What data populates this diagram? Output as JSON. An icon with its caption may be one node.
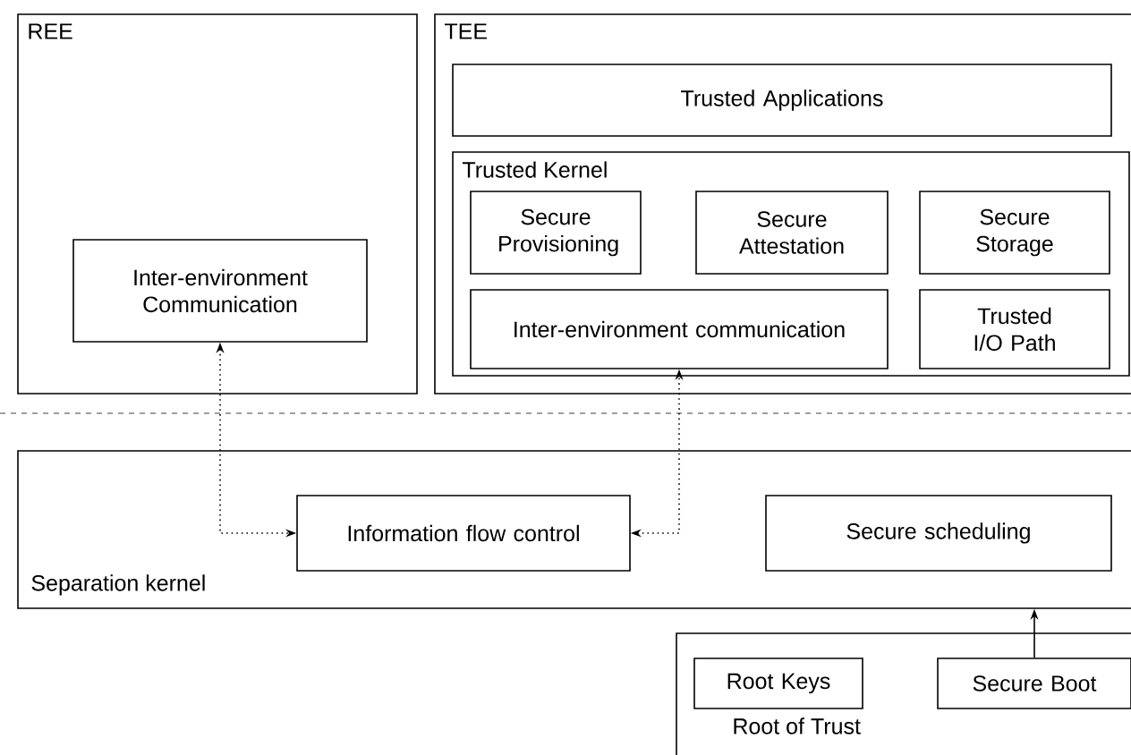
{
  "diagram": {
    "nodes": [
      {
        "text": [
          "REE"
        ]
      },
      {
        "text": [
          "Inter-environment Communication"
        ],
        "in": 0
      },
      {
        "text": [
          "TEE"
        ]
      },
      {
        "text": [
          "Trusted Applications"
        ],
        "in": 2
      },
      {
        "text": [
          "Trusted Kernel"
        ],
        "in": 2
      },
      {
        "text": [
          "Secure Provisioning"
        ],
        "in": 4
      },
      {
        "text": [
          "Secure Attestation"
        ],
        "in": 4
      },
      {
        "text": [
          "Secure Storage"
        ],
        "in": 4
      },
      {
        "text": [
          "Inter-environment communication"
        ],
        "in": 4
      },
      {
        "text": [
          "Trusted I/O Path"
        ],
        "in": 4
      },
      {
        "text": [
          "Separation kernel"
        ]
      },
      {
        "text": [
          "Information flow control"
        ],
        "in": 10
      },
      {
        "text": [
          "Secure scheduling"
        ],
        "in": 10
      },
      {
        "text": [
          "Root of Trust"
        ]
      },
      {
        "text": [
          "Root Keys"
        ],
        "in": 13
      },
      {
        "text": [
          "Secure Boot"
        ],
        "in": 13
      }
    ],
    "edges": [
      {
        "from": 1,
        "to": 11,
        "arrow": "both",
        "style": "dashed"
      },
      {
        "from": 11,
        "to": 8,
        "arrow": "both",
        "style": "dashed"
      },
      {
        "from": 15,
        "to": 10,
        "arrow": "to"
      }
    ]
  }
}
